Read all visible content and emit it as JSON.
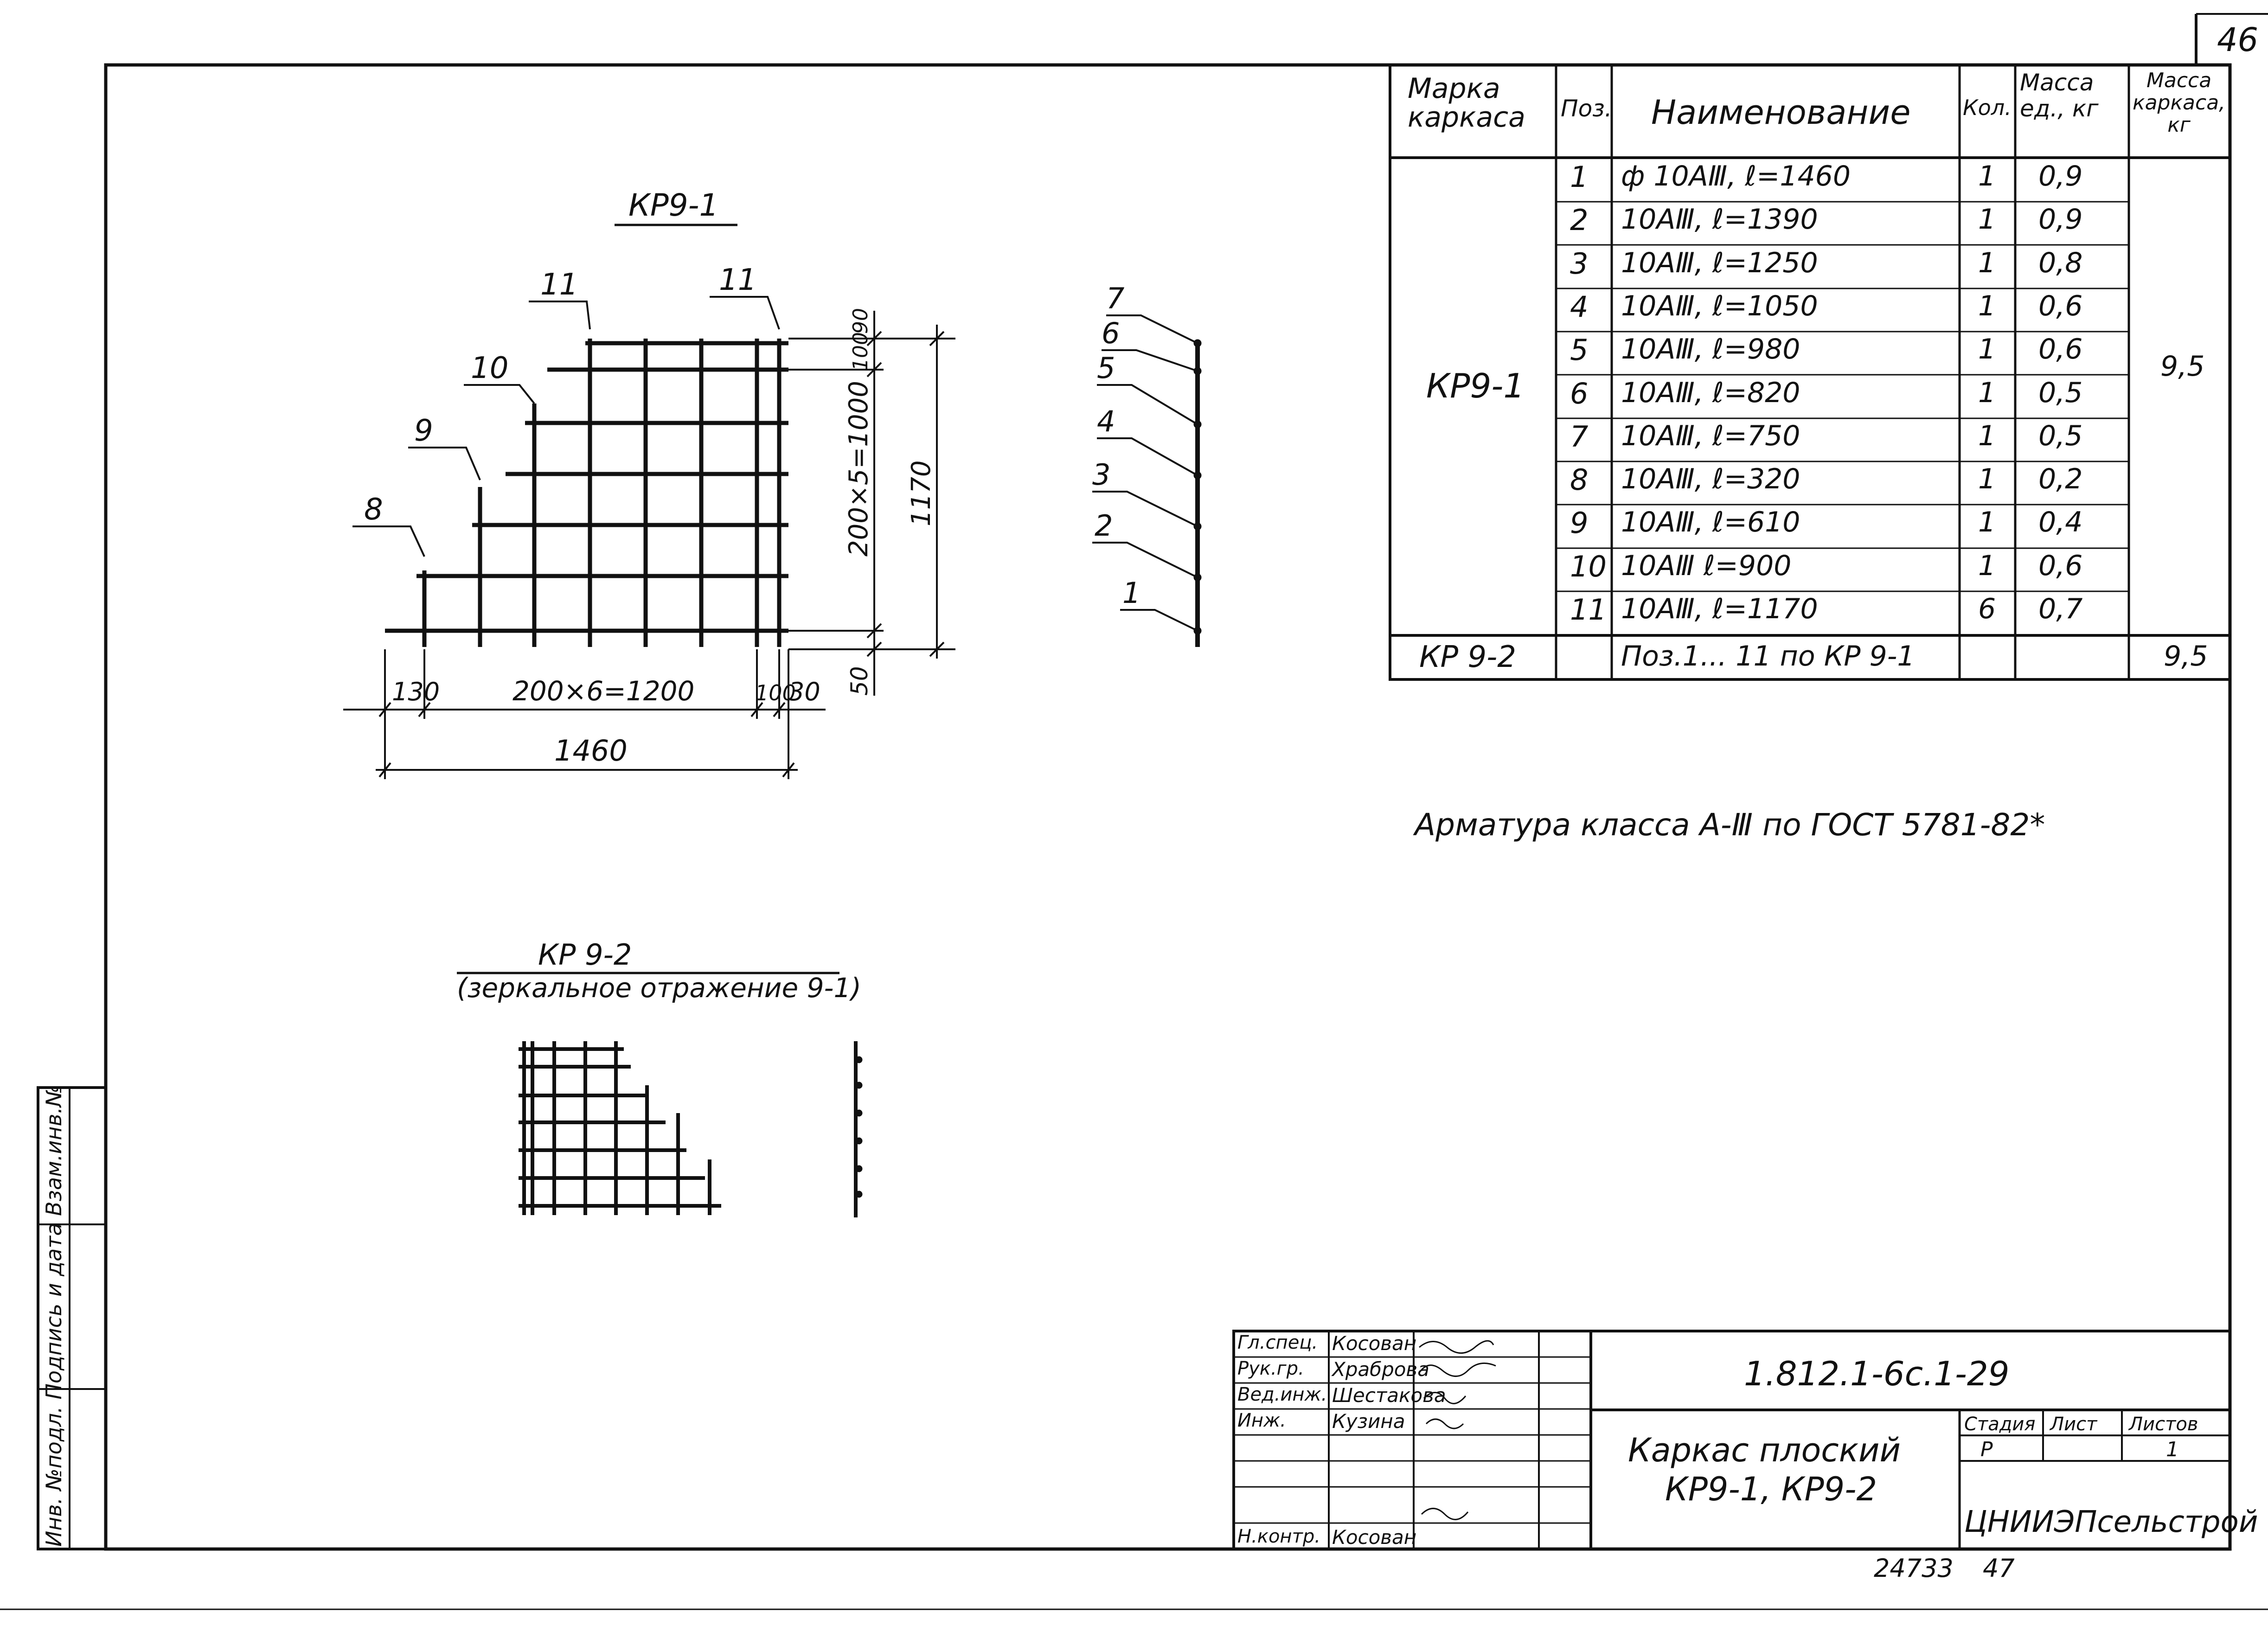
{
  "sheet": {
    "page_number": "46",
    "drawing_code": "1.812.1-6c.1-29",
    "title_line1": "Каркас плоский",
    "title_line2": "КР9-1, КР9-2",
    "organization": "ЦНИИЭПсельстрой",
    "archive_number": "24733",
    "archive_page": "47",
    "side_stamp": "Инв. №подл. Подпись и дата Взам.инв.№"
  },
  "views": {
    "kr91_title": "КР9-1",
    "kr92_title": "КР 9-2",
    "kr92_subtitle": "(зеркальное отражение 9-1)",
    "dims": {
      "d130": "130",
      "d1200": "200×6=1200",
      "d100": "100",
      "d30a": "30",
      "d1460": "1460",
      "d90": "90",
      "d100v": "100",
      "d1000": "200×5=1000",
      "d1170": "1170",
      "d50": "50"
    },
    "labels": {
      "p8": "8",
      "p9": "9",
      "p10": "10",
      "p11a": "11",
      "p11b": "11",
      "s1": "1",
      "s2": "2",
      "s3": "3",
      "s4": "4",
      "s5": "5",
      "s6": "6",
      "s7": "7"
    }
  },
  "spec_table": {
    "headers": {
      "mark": [
        "Марка",
        "каркаса"
      ],
      "pos": "Поз.",
      "name": "Наименование",
      "qty": "Кол.",
      "unit_mass": [
        "Масса",
        "ед., кг"
      ],
      "frame_mass": [
        "Масса",
        "каркаса,",
        "кг"
      ]
    },
    "rows": [
      {
        "pos": "1",
        "name": "ф 10АⅢ, ℓ=1460",
        "qty": "1",
        "mass": "0,9"
      },
      {
        "pos": "2",
        "name": "10АⅢ, ℓ=1390",
        "qty": "1",
        "mass": "0,9"
      },
      {
        "pos": "3",
        "name": "10АⅢ, ℓ=1250",
        "qty": "1",
        "mass": "0,8"
      },
      {
        "pos": "4",
        "name": "10АⅢ, ℓ=1050",
        "qty": "1",
        "mass": "0,6"
      },
      {
        "pos": "5",
        "name": "10АⅢ, ℓ=980",
        "qty": "1",
        "mass": "0,6"
      },
      {
        "pos": "6",
        "name": "10АⅢ, ℓ=820",
        "qty": "1",
        "mass": "0,5"
      },
      {
        "pos": "7",
        "name": "10АⅢ, ℓ=750",
        "qty": "1",
        "mass": "0,5"
      },
      {
        "pos": "8",
        "name": "10АⅢ, ℓ=320",
        "qty": "1",
        "mass": "0,2"
      },
      {
        "pos": "9",
        "name": "10АⅢ, ℓ=610",
        "qty": "1",
        "mass": "0,4"
      },
      {
        "pos": "10",
        "name": "10АⅢ ℓ=900",
        "qty": "1",
        "mass": "0,6"
      },
      {
        "pos": "11",
        "name": "10АⅢ, ℓ=1170",
        "qty": "6",
        "mass": "0,7"
      }
    ],
    "group1_mark": "КР9-1",
    "group1_mass": "9,5",
    "group2_mark": "КР 9-2",
    "group2_name": "Поз.1... 11 по КР 9-1",
    "group2_mass": "9,5"
  },
  "note": "Арматура класса А-Ⅲ по ГОСТ 5781-82*",
  "title_block": {
    "roles": [
      "Гл.спец.",
      "Рук.гр.",
      "Вед.инж.",
      "Инж.",
      "",
      "",
      "",
      "Н.контр."
    ],
    "names": [
      "Косован",
      "Храброва",
      "Шестакова",
      "Кузина",
      "",
      "",
      "",
      "Косован"
    ],
    "stage_header": "Стадия",
    "sheet_header": "Лист",
    "sheets_header": "Листов",
    "stage": "Р",
    "sheet_no": "",
    "sheets_total": "1"
  }
}
